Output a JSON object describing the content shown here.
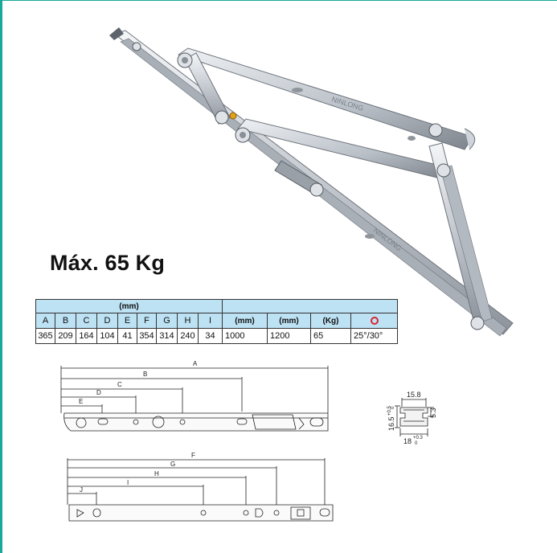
{
  "title": "Máx. 65 Kg",
  "hinge": {
    "brand_text": "NINLONG"
  },
  "table": {
    "header_units": "(mm)",
    "columns": [
      "A",
      "B",
      "C",
      "D",
      "E",
      "F",
      "G",
      "H",
      "I"
    ],
    "extra_headers": [
      "(mm)",
      "(mm)",
      "(Kg)"
    ],
    "angle_icon": "degree-circle-icon",
    "values": [
      "365",
      "209",
      "164",
      "104",
      "41",
      "354",
      "314",
      "240",
      "34"
    ],
    "extra_values": [
      "1000",
      "1200",
      "65",
      "25°/30°"
    ]
  },
  "top_profile": {
    "labels": [
      "A",
      "B",
      "C",
      "D",
      "E"
    ]
  },
  "bottom_profile": {
    "labels": [
      "F",
      "G",
      "H",
      "I",
      "J"
    ]
  },
  "section": {
    "width_top": "15.8",
    "height_left": "16.5",
    "height_left_tol": "+0.5",
    "height_left_tol_low": "0",
    "height_right": "5.3",
    "width_bottom": "18",
    "width_bottom_tol": "+0.3",
    "width_bottom_tol_low": "0"
  },
  "colors": {
    "accent_border": "#1aa89a",
    "table_header": "#bde2f4",
    "icon_red": "#d9262c"
  }
}
